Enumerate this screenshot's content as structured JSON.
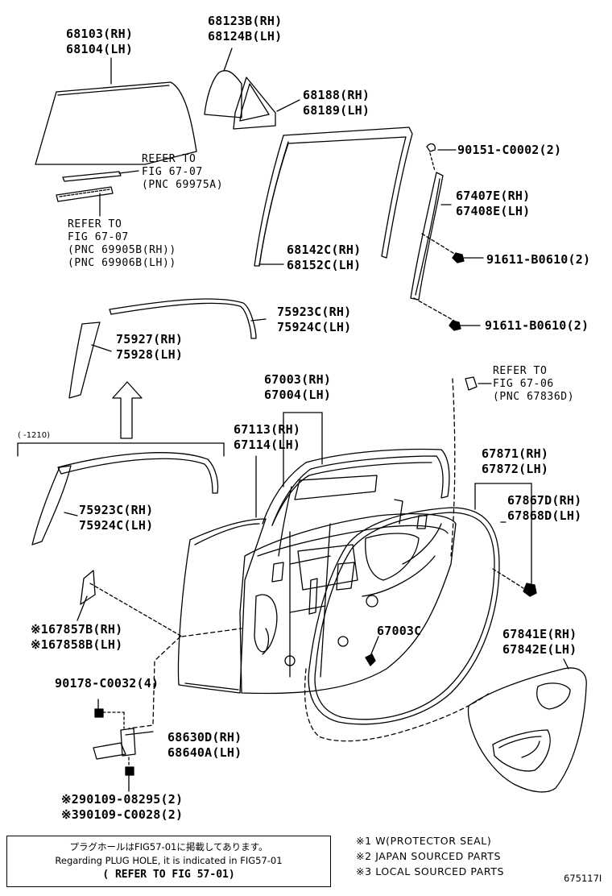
{
  "labels": [
    {
      "id": "l68103",
      "line1": "68103(RH)",
      "line2": "68104(LH)"
    },
    {
      "id": "l68123",
      "line1": "68123B(RH)",
      "line2": "68124B(LH)"
    },
    {
      "id": "l68188",
      "line1": "68188(RH)",
      "line2": "68189(LH)"
    },
    {
      "id": "l90151",
      "line1": "90151-C0002(2)"
    },
    {
      "id": "l67407",
      "line1": "67407E(RH)",
      "line2": "67408E(LH)"
    },
    {
      "id": "l68142",
      "line1": "68142C(RH)",
      "line2": "68152C(LH)"
    },
    {
      "id": "l91611a",
      "line1": "91611-B0610(2)"
    },
    {
      "id": "l75923a",
      "line1": "75923C(RH)",
      "line2": "75924C(LH)"
    },
    {
      "id": "l91611b",
      "line1": "91611-B0610(2)"
    },
    {
      "id": "l75927",
      "line1": "75927(RH)",
      "line2": "75928(LH)"
    },
    {
      "id": "l67003",
      "line1": "67003(RH)",
      "line2": "67004(LH)"
    },
    {
      "id": "l67113",
      "line1": "67113(RH)",
      "line2": "67114(LH)"
    },
    {
      "id": "l67871",
      "line1": "67871(RH)",
      "line2": "67872(LH)"
    },
    {
      "id": "l75923b",
      "line1": "75923C(RH)",
      "line2": "75924C(LH)"
    },
    {
      "id": "l67867",
      "line1": "67867D(RH)",
      "line2": "67868D(LH)"
    },
    {
      "id": "l67003c",
      "line1": "67003C"
    },
    {
      "id": "l67857",
      "line1": "※167857B(RH)",
      "line2": "※167858B(LH)"
    },
    {
      "id": "l67841",
      "line1": "67841E(RH)",
      "line2": "67842E(LH)"
    },
    {
      "id": "l90178",
      "line1": "90178-C0032(4)"
    },
    {
      "id": "l68630",
      "line1": "68630D(RH)",
      "line2": "68640A(LH)"
    },
    {
      "id": "l90109a",
      "line1": "※290109-08295(2)"
    },
    {
      "id": "l90109b",
      "line1": "※390109-C0028(2)"
    }
  ],
  "refs": [
    {
      "id": "r1",
      "lines": [
        "REFER TO",
        "FIG 67-07",
        "(PNC 69975A)"
      ]
    },
    {
      "id": "r2",
      "lines": [
        "REFER TO",
        "FIG 67-07",
        "(PNC 69905B(RH))",
        "(PNC 69906B(LH))"
      ]
    },
    {
      "id": "r3",
      "lines": [
        "REFER TO",
        "FIG 67-06",
        "(PNC 67836D)"
      ]
    }
  ],
  "range_label": "(      -1210)",
  "notes": [
    "※1 W(PROTECTOR SEAL)",
    "※2 JAPAN SOURCED PARTS",
    "※3 LOCAL SOURCED PARTS"
  ],
  "plug_box": {
    "line_jp": "プラグホールはFIG57-01に掲載してあります。",
    "line_en": "Regarding PLUG HOLE, it is indicated in FIG57-01",
    "line_ref": "( REFER TO FIG 57-01)"
  },
  "figure_code": "675117I"
}
